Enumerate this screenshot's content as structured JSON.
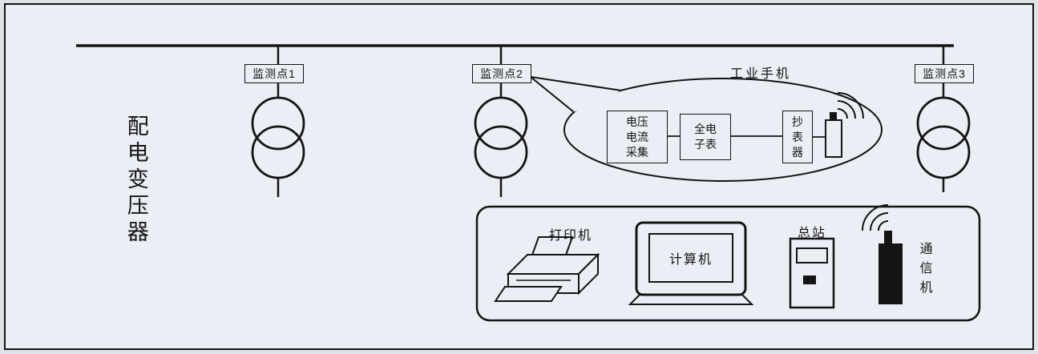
{
  "page": {
    "background": "#ebeef5",
    "line_color": "#141414"
  },
  "diagram": {
    "transformer_label": "配电变压器",
    "monitor_points": [
      {
        "label": "监测点1"
      },
      {
        "label": "监测点2"
      },
      {
        "label": "监测点3"
      }
    ],
    "callout": {
      "title": "工业手机",
      "boxes": [
        {
          "label": "电压电流采集"
        },
        {
          "label": "全电子表"
        },
        {
          "label": "抄表器"
        }
      ],
      "device_icon": "handheld-reader-icon",
      "signal_icon": "wireless-signal-icon"
    },
    "station": {
      "printer_label": "打印机",
      "computer_label": "计算机",
      "master_label": "总站",
      "comm_label": "通信机",
      "printer_icon": "printer-icon",
      "computer_icon": "monitor-icon",
      "master_icon": "master-station-icon",
      "comm_icon": "communicator-icon"
    }
  }
}
